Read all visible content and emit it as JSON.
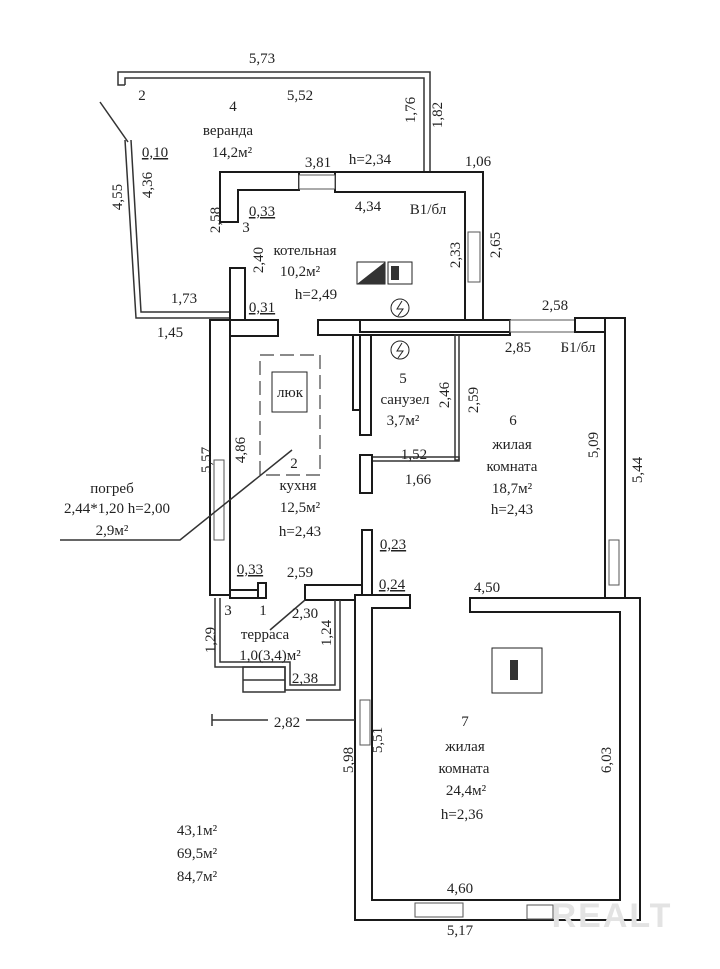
{
  "veranda": {
    "dim_top_outer": "5,73",
    "dim_top_inner": "5,52",
    "entrance_no": "2",
    "number": "4",
    "name": "веранда",
    "area": "14,2м²",
    "wall": "0,10",
    "dim_r_inner": "1,76",
    "dim_r_outer": "1,82",
    "dim_l_outer": "4,55",
    "dim_l_inner": "4,36",
    "dim_b_inner": "1,73",
    "dim_b_outer": "1,45",
    "height": "h=2,34"
  },
  "boiler_room": {
    "dim_top_outer": "3,81",
    "dim_top_right": "1,06",
    "wall": "0,33",
    "dim_top_inner": "4,34",
    "wall_type": "В1/бл",
    "dim_l_outer": "2,58",
    "number": "3",
    "name": "котельная",
    "area": "10,2м²",
    "dim_l_inner": "2,40",
    "height": "h=2,49",
    "dim_r_inner": "2,33",
    "dim_r_outer": "2,65",
    "wall2": "0,31"
  },
  "bathroom": {
    "number": "5",
    "name": "санузел",
    "area": "3,7м²",
    "dim_a": "2,46",
    "dim_b": "1,52"
  },
  "room6": {
    "dim_top_outer": "2,58",
    "dim_top_inner": "2,85",
    "wall_type": "Б1/бл",
    "dim_a": "2,59",
    "number": "6",
    "name_1": "жилая",
    "name_2": "комната",
    "area": "18,7м²",
    "height": "h=2,43",
    "dim_r_inner": "5,09",
    "dim_r_outer": "5,44",
    "dim_c": "1,66",
    "wall": "0,23",
    "wall2": "0,24",
    "dim_bottom": "4,50"
  },
  "kitchen": {
    "hatch": "люк",
    "dim_l_outer": "5,57",
    "dim_l_inner": "4,86",
    "number": "2",
    "name": "кухня",
    "area": "12,5м²",
    "height": "h=2,43",
    "wall": "0,33",
    "dim_bottom": "2,59"
  },
  "cellar": {
    "name": "погреб",
    "size": "2,44*1,20 h=2,00",
    "area": "2,9м²"
  },
  "terrace": {
    "entrance_no": "3",
    "entrance_no2": "1",
    "dim_top": "2,30",
    "name": "терраса",
    "area": "1,0(3,4)м²",
    "dim_l": "1,29",
    "dim_r": "1,24",
    "dim_b": "2,38"
  },
  "room7": {
    "offset": "2,82",
    "dim_l_inner": "5,51",
    "dim_l_outer": "5,98",
    "number": "7",
    "name_1": "жилая",
    "name_2": "комната",
    "area": "24,4м²",
    "height": "h=2,36",
    "dim_r": "6,03",
    "dim_b_inner": "4,60",
    "dim_b_outer": "5,17"
  },
  "totals": {
    "living": "43,1м²",
    "total": "69,5м²",
    "gross": "84,7м²"
  },
  "watermark": "REALT"
}
